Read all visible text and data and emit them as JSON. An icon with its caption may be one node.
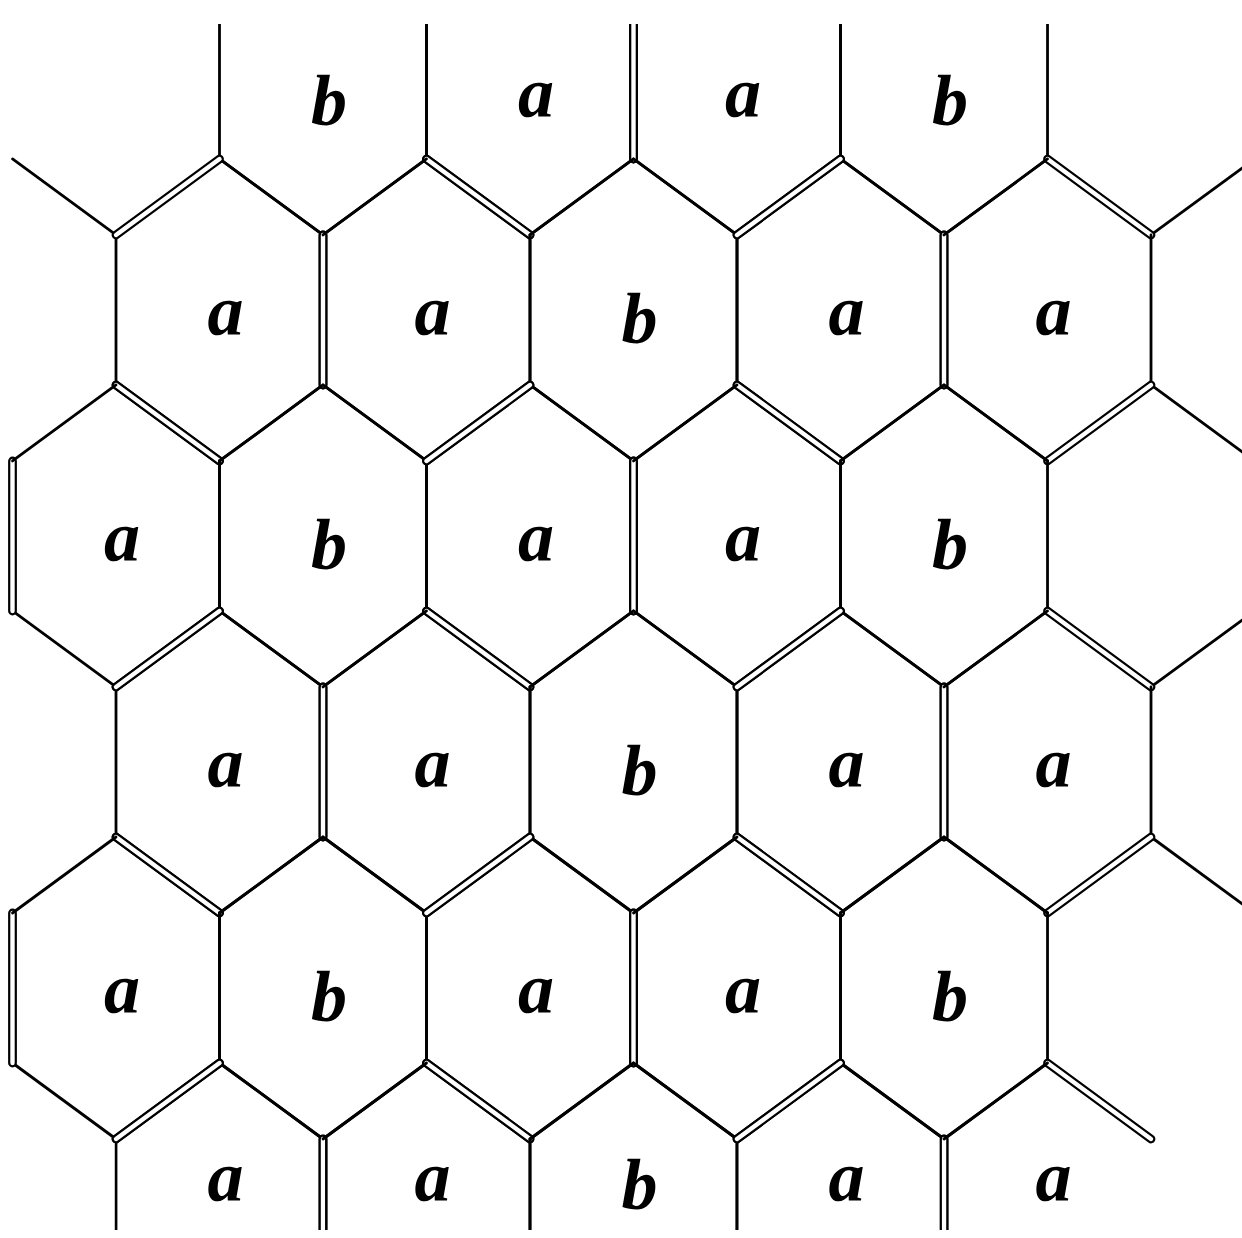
{
  "diagram": {
    "nodes": [
      {
        "text": [
          "b"
        ]
      },
      {
        "text": [
          "a"
        ]
      },
      {
        "text": [
          "a"
        ]
      },
      {
        "text": [
          "b"
        ]
      },
      {
        "text": [
          "a"
        ]
      },
      {
        "text": [
          "a"
        ]
      },
      {
        "text": [
          "b"
        ]
      },
      {
        "text": [
          "a"
        ]
      },
      {
        "text": [
          "a"
        ]
      },
      {
        "text": [
          "a"
        ]
      },
      {
        "text": [
          "b"
        ]
      },
      {
        "text": [
          "a"
        ]
      },
      {
        "text": [
          "a"
        ]
      },
      {
        "text": [
          "b"
        ]
      },
      {
        "text": [
          "a"
        ]
      },
      {
        "text": [
          "a"
        ]
      },
      {
        "text": [
          "b"
        ]
      },
      {
        "text": [
          "a"
        ]
      },
      {
        "text": [
          "a"
        ]
      },
      {
        "text": [
          "a"
        ]
      },
      {
        "text": [
          "b"
        ]
      },
      {
        "text": [
          "a"
        ]
      },
      {
        "text": [
          "a"
        ]
      },
      {
        "text": [
          "b"
        ]
      },
      {
        "text": [
          "a"
        ]
      },
      {
        "text": [
          "a"
        ]
      },
      {
        "text": [
          "b"
        ]
      },
      {
        "text": [
          "a"
        ]
      },
      {
        "text": [
          "a"
        ]
      }
    ]
  }
}
